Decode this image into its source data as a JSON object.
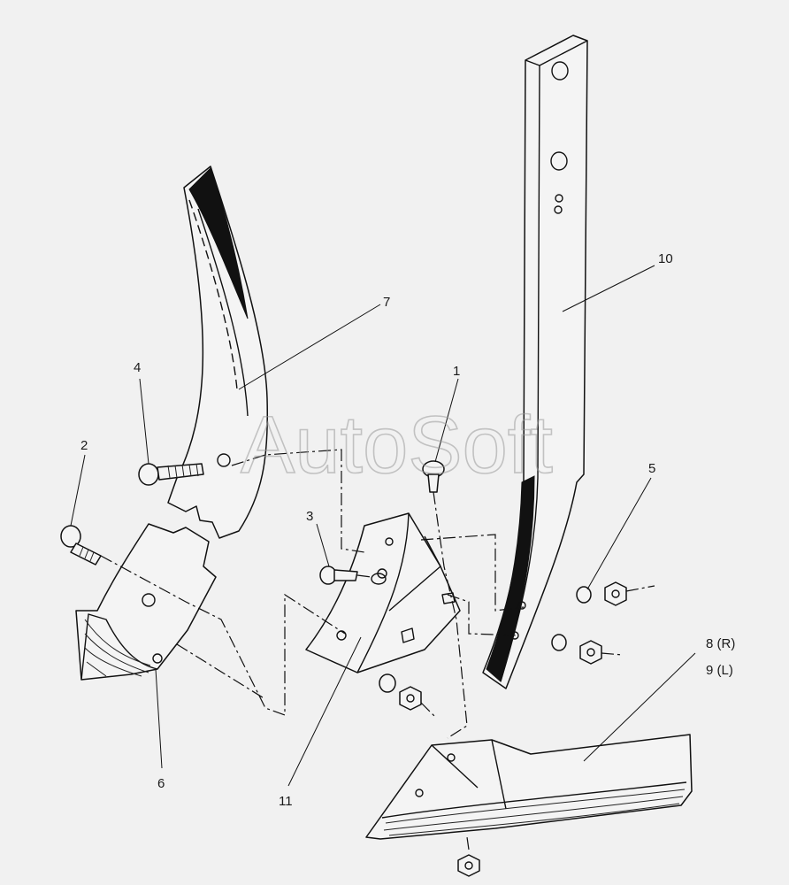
{
  "watermark": "AutoSoft",
  "callouts": [
    {
      "id": "1",
      "text": "1"
    },
    {
      "id": "2",
      "text": "2"
    },
    {
      "id": "3",
      "text": "3"
    },
    {
      "id": "4",
      "text": "4"
    },
    {
      "id": "5",
      "text": "5"
    },
    {
      "id": "6",
      "text": "6"
    },
    {
      "id": "7",
      "text": "7"
    },
    {
      "id": "8",
      "text": "8 (R)"
    },
    {
      "id": "9",
      "text": "9 (L)"
    },
    {
      "id": "10",
      "text": "10"
    },
    {
      "id": "11",
      "text": "11"
    }
  ]
}
